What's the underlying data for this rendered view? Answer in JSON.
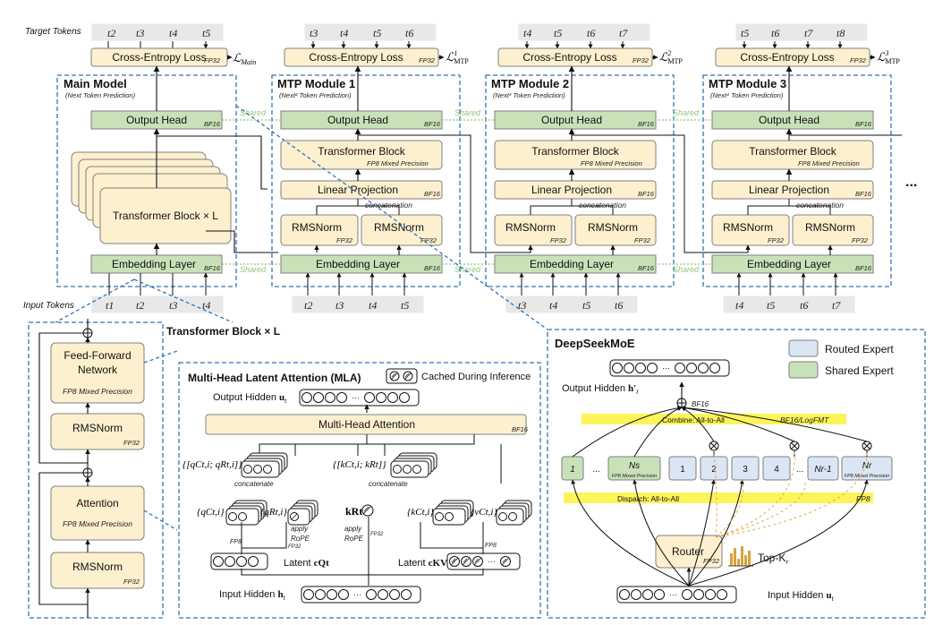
{
  "labels": {
    "target_tokens": "Target Tokens",
    "input_tokens": "Input Tokens",
    "ellipsis": "...",
    "shared": "Shared"
  },
  "main_model": {
    "title": "Main Model",
    "subtitle": "(Next Token Prediction)",
    "loss": "Cross-Entropy Loss",
    "loss_tag": "FP32",
    "loss_symbol": "ℒ",
    "loss_sub": "Main",
    "output_head": "Output Head",
    "output_head_tag": "BF16",
    "transformer_block": "Transformer Block × L",
    "embedding": "Embedding Layer",
    "embedding_tag": "BF16",
    "target_tokens": [
      "t2",
      "t3",
      "t4",
      "t5"
    ],
    "input_tokens": [
      "t1",
      "t2",
      "t3",
      "t4"
    ]
  },
  "mtp_modules": [
    {
      "title": "MTP Module 1",
      "subtitle": "(Next² Token Prediction)",
      "loss": "Cross-Entropy Loss",
      "loss_tag": "FP32",
      "loss_symbol": "ℒ",
      "loss_sup": "1",
      "loss_sub": "MTP",
      "output_head": "Output Head",
      "output_head_tag": "BF16",
      "transformer_block": "Transformer Block",
      "transformer_tag": "FP8 Mixed Precision",
      "linear": "Linear Projection",
      "linear_tag": "BF16",
      "concat": "concatenation",
      "rmsnorm": "RMSNorm",
      "rmsnorm_tag": "FP32",
      "embedding": "Embedding Layer",
      "embedding_tag": "BF16",
      "target_tokens": [
        "t3",
        "t4",
        "t5",
        "t6"
      ],
      "input_tokens": [
        "t2",
        "t3",
        "t4",
        "t5"
      ]
    },
    {
      "title": "MTP Module 2",
      "subtitle": "(Next³ Token Prediction)",
      "loss": "Cross-Entropy Loss",
      "loss_tag": "FP32",
      "loss_symbol": "ℒ",
      "loss_sup": "2",
      "loss_sub": "MTP",
      "output_head": "Output Head",
      "output_head_tag": "BF16",
      "transformer_block": "Transformer Block",
      "transformer_tag": "FP8 Mixed Precision",
      "linear": "Linear Projection",
      "linear_tag": "BF16",
      "concat": "concatenation",
      "rmsnorm": "RMSNorm",
      "rmsnorm_tag": "FP32",
      "embedding": "Embedding Layer",
      "embedding_tag": "BF16",
      "target_tokens": [
        "t4",
        "t5",
        "t6",
        "t7"
      ],
      "input_tokens": [
        "t3",
        "t4",
        "t5",
        "t6"
      ]
    },
    {
      "title": "MTP Module 3",
      "subtitle": "(Next⁴ Token Prediction)",
      "loss": "Cross-Entropy Loss",
      "loss_tag": "FP32",
      "loss_symbol": "ℒ",
      "loss_sup": "3",
      "loss_sub": "MTP",
      "output_head": "Output Head",
      "output_head_tag": "BF16",
      "transformer_block": "Transformer Block",
      "transformer_tag": "FP8 Mixed Precision",
      "linear": "Linear Projection",
      "linear_tag": "BF16",
      "concat": "concatenation",
      "rmsnorm": "RMSNorm",
      "rmsnorm_tag": "FP32",
      "embedding": "Embedding Layer",
      "embedding_tag": "BF16",
      "target_tokens": [
        "t5",
        "t6",
        "t7",
        "t8"
      ],
      "input_tokens": [
        "t4",
        "t5",
        "t6",
        "t7"
      ]
    }
  ],
  "block_detail": {
    "title": "Transformer Block × L",
    "ffn_line1": "Feed-Forward",
    "ffn_line2": "Network",
    "ffn_tag": "FP8 Mixed Precision",
    "rmsnorm": "RMSNorm",
    "rmsnorm_tag": "FP32",
    "attention": "Attention",
    "attention_tag": "FP8 Mixed Precision"
  },
  "mla": {
    "title": "Multi-Head Latent Attention (MLA)",
    "cached_label": "Cached During Inference",
    "output_hidden": "Output Hidden",
    "output_hidden_var": "u",
    "output_hidden_sub": "t",
    "mha": "Multi-Head Attention",
    "mha_tag": "BF16",
    "concatenate": "concatenate",
    "q_concat": "{[q",
    "q_concat_full": "{[qCt,i; qRt,i]}",
    "k_concat_full": "{[kCt,i; kRt]}",
    "qc_full": "{qCt,i}",
    "qr_full": "{qRt,i}",
    "kr_full": "kRt",
    "kc_full": "{kCt,i}",
    "vc_full": "{vCt,i}",
    "apply": "apply",
    "rope": "RoPE",
    "fp8": "FP8",
    "fp32": "FP32",
    "latent": "Latent",
    "latent_q": "cQt",
    "latent_kv": "cKVt",
    "input_hidden": "Input Hidden",
    "input_hidden_var": "h",
    "input_hidden_sub": "t"
  },
  "moe": {
    "title": "DeepSeekMoE",
    "legend": [
      {
        "label": "Routed Expert",
        "color": "#dae6f4"
      },
      {
        "label": "Shared Expert",
        "color": "#c9e1b9"
      }
    ],
    "output_hidden": "Output Hidden",
    "output_hidden_var": "h′",
    "output_hidden_sub": "t",
    "bf16": "BF16",
    "combine": "Combine: All-to-All",
    "combine_tag": "BF16/LogFMT",
    "dispatch": "Dispatch: All-to-All",
    "dispatch_tag": "FP8",
    "shared_experts": [
      "1",
      "...",
      "Ns"
    ],
    "shared_last_tag": "FP8 Mixed Precision",
    "routed_experts": [
      "1",
      "2",
      "3",
      "4",
      "...",
      "Nr-1",
      "Nr"
    ],
    "routed_last_tag": "FP8 Mixed Precision",
    "router": "Router",
    "router_tag": "FP32",
    "topk": "Top-K",
    "topk_sub": "r",
    "input_hidden": "Input Hidden",
    "input_hidden_var": "u",
    "input_hidden_sub": "t"
  },
  "colors": {
    "yellow_box": "#fdf0cf",
    "green_box": "#c9e1b9",
    "blue_box": "#dae6f4",
    "dashed_border": "#2e75b6",
    "highlight": "#fbf23c",
    "shared_dots": "#92c47c"
  }
}
